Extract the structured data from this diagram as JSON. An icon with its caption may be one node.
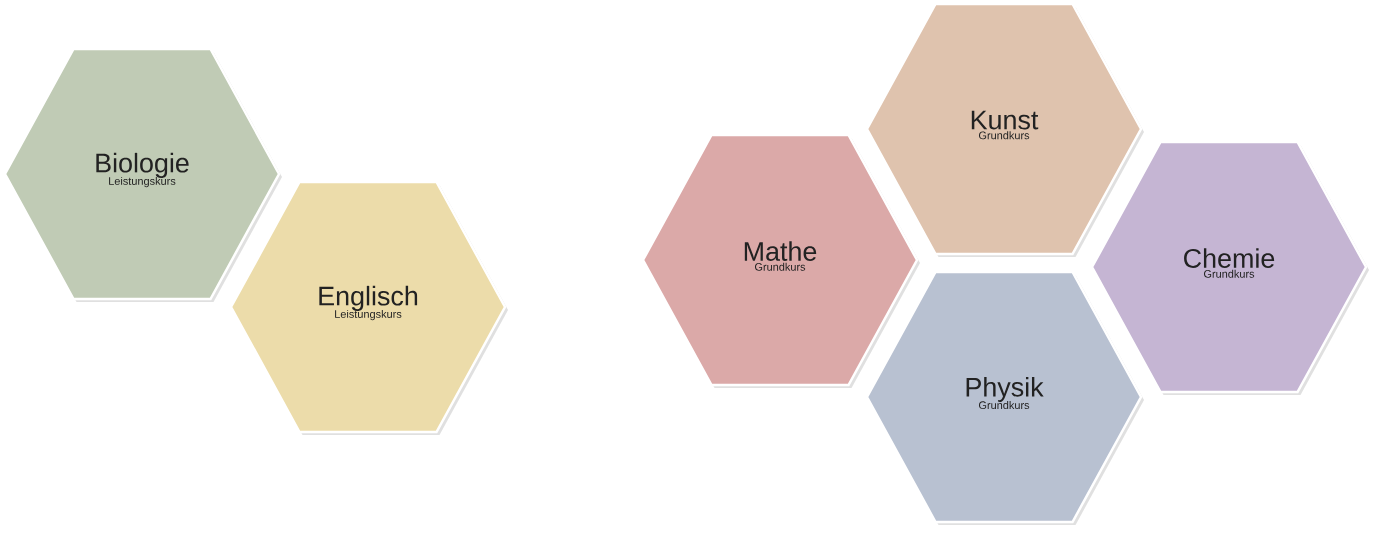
{
  "diagram": {
    "nodes": [
      {
        "text": [
          "Biologie",
          "Leistungskurs"
        ]
      },
      {
        "text": [
          "Englisch",
          "Leistungskurs"
        ]
      },
      {
        "text": [
          "Kunst",
          "Grundkurs"
        ]
      },
      {
        "text": [
          "Mathe",
          "Grundkurs"
        ]
      },
      {
        "text": [
          "Chemie",
          "Grundkurs"
        ]
      },
      {
        "text": [
          "Physik",
          "Grundkurs"
        ]
      }
    ]
  }
}
